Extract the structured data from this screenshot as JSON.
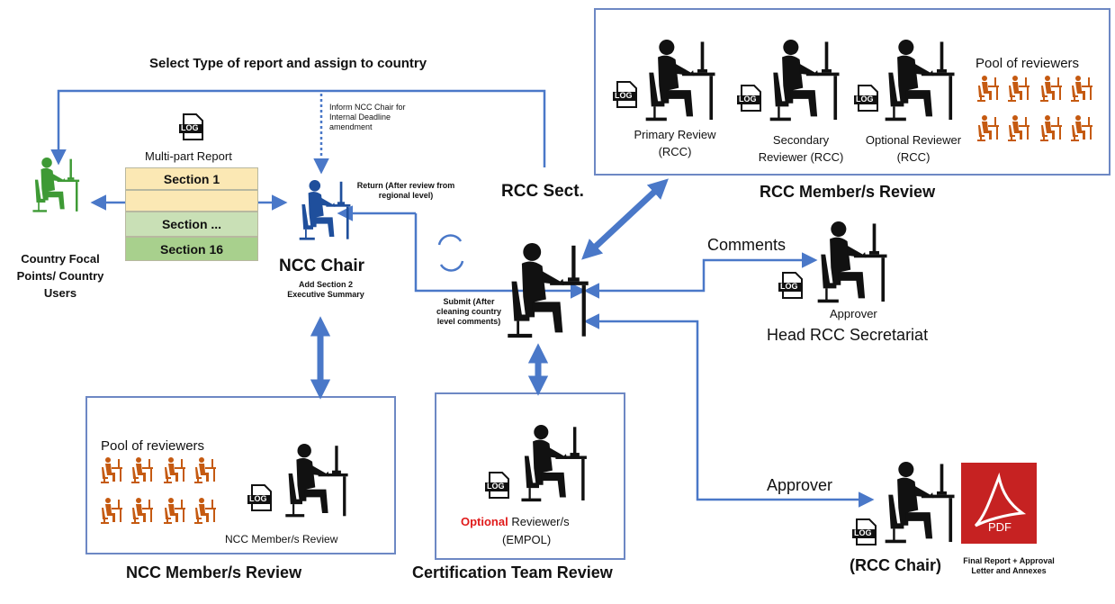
{
  "top_label": "Select Type of report and assign to country",
  "inform_note": "Inform NCC Chair for Internal Deadline amendment",
  "multipart": {
    "title": "Multi-part Report",
    "log": "LOG",
    "sections": [
      "Section 1",
      "",
      "Section ...",
      "Section 16"
    ]
  },
  "country": {
    "label": "Country Focal Points/ Country Users"
  },
  "ncc_chair": {
    "title": "NCC Chair",
    "subtitle": "Add Section 2 Executive Summary"
  },
  "return_note": "Return (After review from regional level)",
  "submit_note": "Submit (After cleaning country level comments)",
  "rcc_sect": "RCC Sect.",
  "rcc_review": {
    "caption": "RCC Member/s Review",
    "pool": "Pool of reviewers",
    "log": "LOG",
    "reviewers": [
      "Primary Review (RCC)",
      "Secondary Reviewer (RCC)",
      "Optional Reviewer (RCC)"
    ]
  },
  "comments_label": "Comments",
  "head_rcc": {
    "role": "Approver",
    "title": "Head RCC Secretariat",
    "log": "LOG"
  },
  "ncc_review": {
    "caption": "NCC Member/s Review",
    "pool": "Pool of reviewers",
    "label": "NCC Member/s Review",
    "log": "LOG"
  },
  "cert_review": {
    "caption": "Certification Team Review",
    "optional": "Optional",
    "label_rest": " Reviewer/s",
    "label_line2": "(EMPOL)",
    "log": "LOG"
  },
  "approver_label": "Approver",
  "rcc_chair": {
    "title": "(RCC Chair)",
    "final": "Final Report + Approval Letter and Annexes",
    "log": "LOG"
  },
  "pdf_label": "PDF",
  "colors": {
    "arrow": "#4a78c8",
    "box_border": "#6d88c4",
    "country_user": "#3e9a35",
    "ncc_chair": "#1f4f9c",
    "pool": "#c55a11",
    "section_yellow": "#fbe8b4",
    "section_green": "#a8d08d",
    "pdf": "#c62222",
    "optional": "#e01b1b"
  }
}
